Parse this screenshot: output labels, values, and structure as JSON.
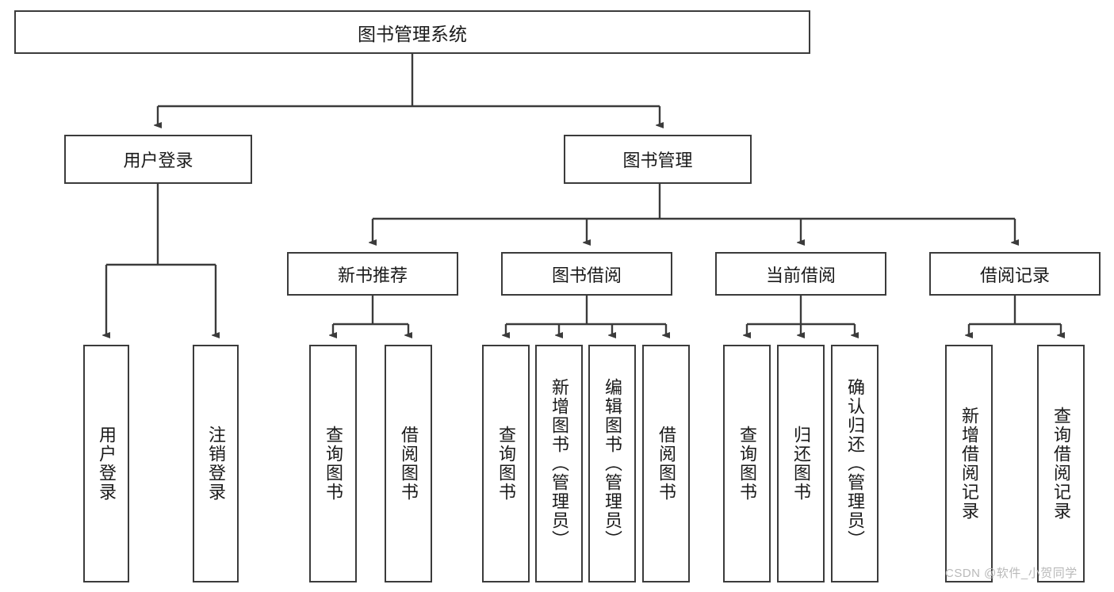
{
  "diagram": {
    "type": "hierarchy-tree",
    "title": "图书管理系统",
    "root": {
      "label": "图书管理系统"
    },
    "level1": [
      {
        "label": "用户登录"
      },
      {
        "label": "图书管理"
      }
    ],
    "level2": [
      {
        "label": "新书推荐"
      },
      {
        "label": "图书借阅"
      },
      {
        "label": "当前借阅"
      },
      {
        "label": "借阅记录"
      }
    ],
    "leaves": {
      "user_login": [
        {
          "label": "用户登录"
        },
        {
          "label": "注销登录"
        }
      ],
      "new_book_recommend": [
        {
          "label": "查询图书"
        },
        {
          "label": "借阅图书"
        }
      ],
      "book_borrow": [
        {
          "label": "查询图书"
        },
        {
          "label": "新增图书（管理员）"
        },
        {
          "label": "编辑图书（管理员）"
        },
        {
          "label": "借阅图书"
        }
      ],
      "current_borrow": [
        {
          "label": "查询图书"
        },
        {
          "label": "归还图书"
        },
        {
          "label": "确认归还（管理员）"
        }
      ],
      "borrow_record": [
        {
          "label": "新增借阅记录"
        },
        {
          "label": "查询借阅记录"
        }
      ]
    }
  },
  "watermark": {
    "text": "CSDN @软件_小贺同学"
  },
  "colors": {
    "stroke": "#3b3b3b",
    "text": "#1a1a1a",
    "background": "#ffffff",
    "watermark": "#b9b9b9"
  }
}
